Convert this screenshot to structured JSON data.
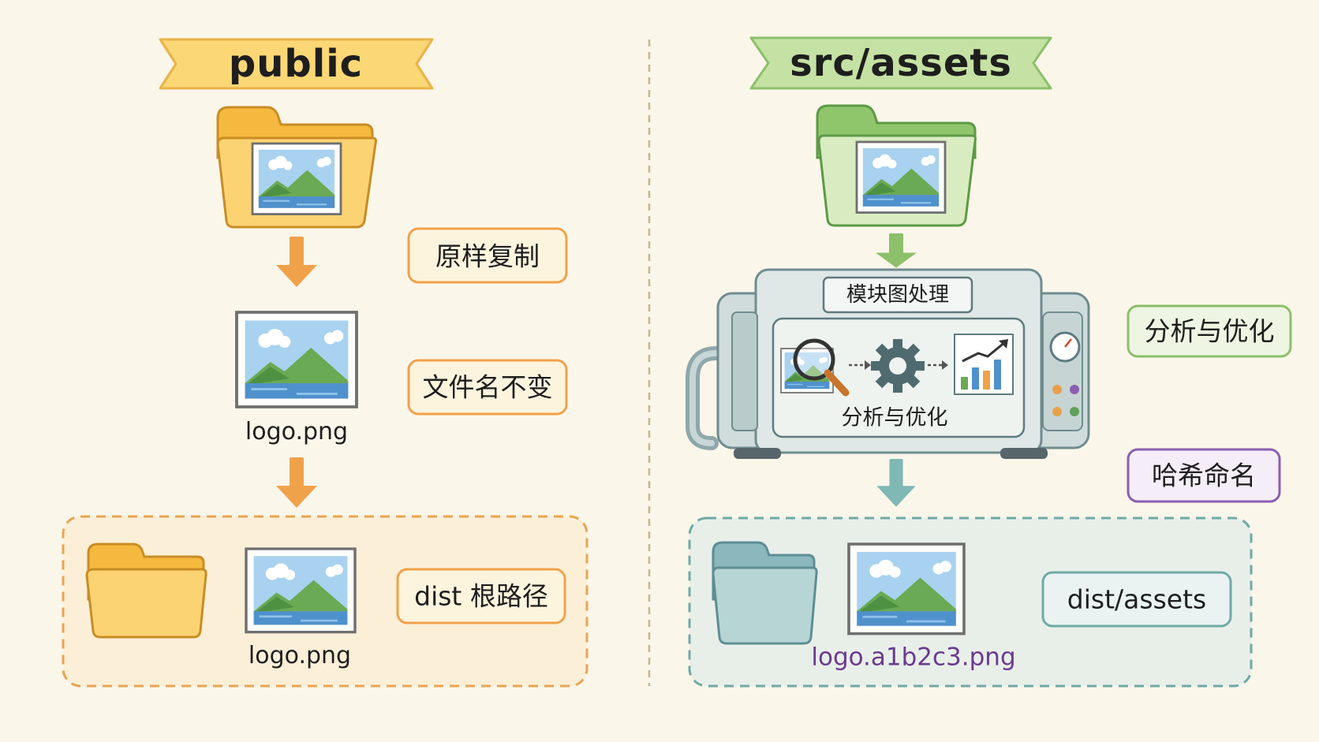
{
  "left": {
    "banner": "public",
    "tag_copy": "原样复制",
    "tag_name": "文件名不变",
    "file_name": "logo.png",
    "output_tag": "dist 根路径",
    "output_file": "logo.png"
  },
  "right": {
    "banner": "src/assets",
    "machine_title": "模块图处理",
    "machine_caption": "分析与优化",
    "tag_optimize": "分析与优化",
    "tag_hash": "哈希命名",
    "output_tag": "dist/assets",
    "output_file": "logo.a1b2c3.png"
  },
  "colors": {
    "background": "#fbf6ea",
    "orange_accent": "#f0a24a",
    "green_accent": "#8cc06a",
    "teal_accent": "#6fa9a6",
    "purple_accent": "#8a5fb0",
    "hash_text": "#6b3a8f"
  }
}
